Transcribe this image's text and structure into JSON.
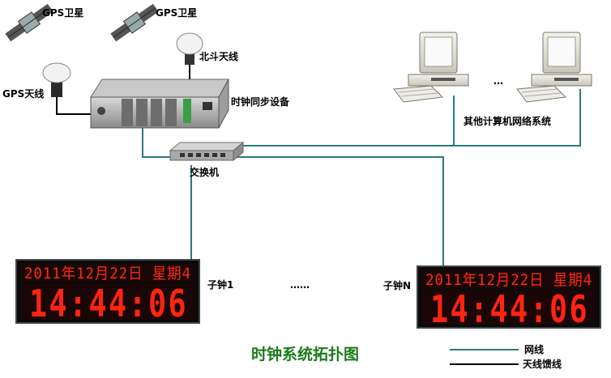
{
  "labels": {
    "gps_sat_1": "GPS卫星",
    "gps_sat_2": "GPS卫星",
    "beidou_antenna": "北斗天线",
    "gps_antenna": "GPS天线",
    "clock_sync_device": "时钟同步设备",
    "other_networks": "其他计算机网络系统",
    "computer_ellipsis": "…",
    "switch": "交换机",
    "sub_clock_1": "子钟1",
    "sub_clock_n": "子钟N",
    "clock_ellipsis": "……",
    "diagram_title": "时钟系统拓扑图"
  },
  "legend": [
    {
      "label": "网线",
      "color": "#2b7a78"
    },
    {
      "label": "天线馈线",
      "color": "#000000"
    }
  ],
  "clocks": [
    {
      "date": "2011年12月22日 星期4",
      "time": "14:44:06"
    },
    {
      "date": "2011年12月22日 星期4",
      "time": "14:44:06"
    }
  ],
  "colors": {
    "network_line": "#2b7a78",
    "feed_line": "#000000",
    "led": "#ff2410",
    "title": "#1a7a1a"
  }
}
